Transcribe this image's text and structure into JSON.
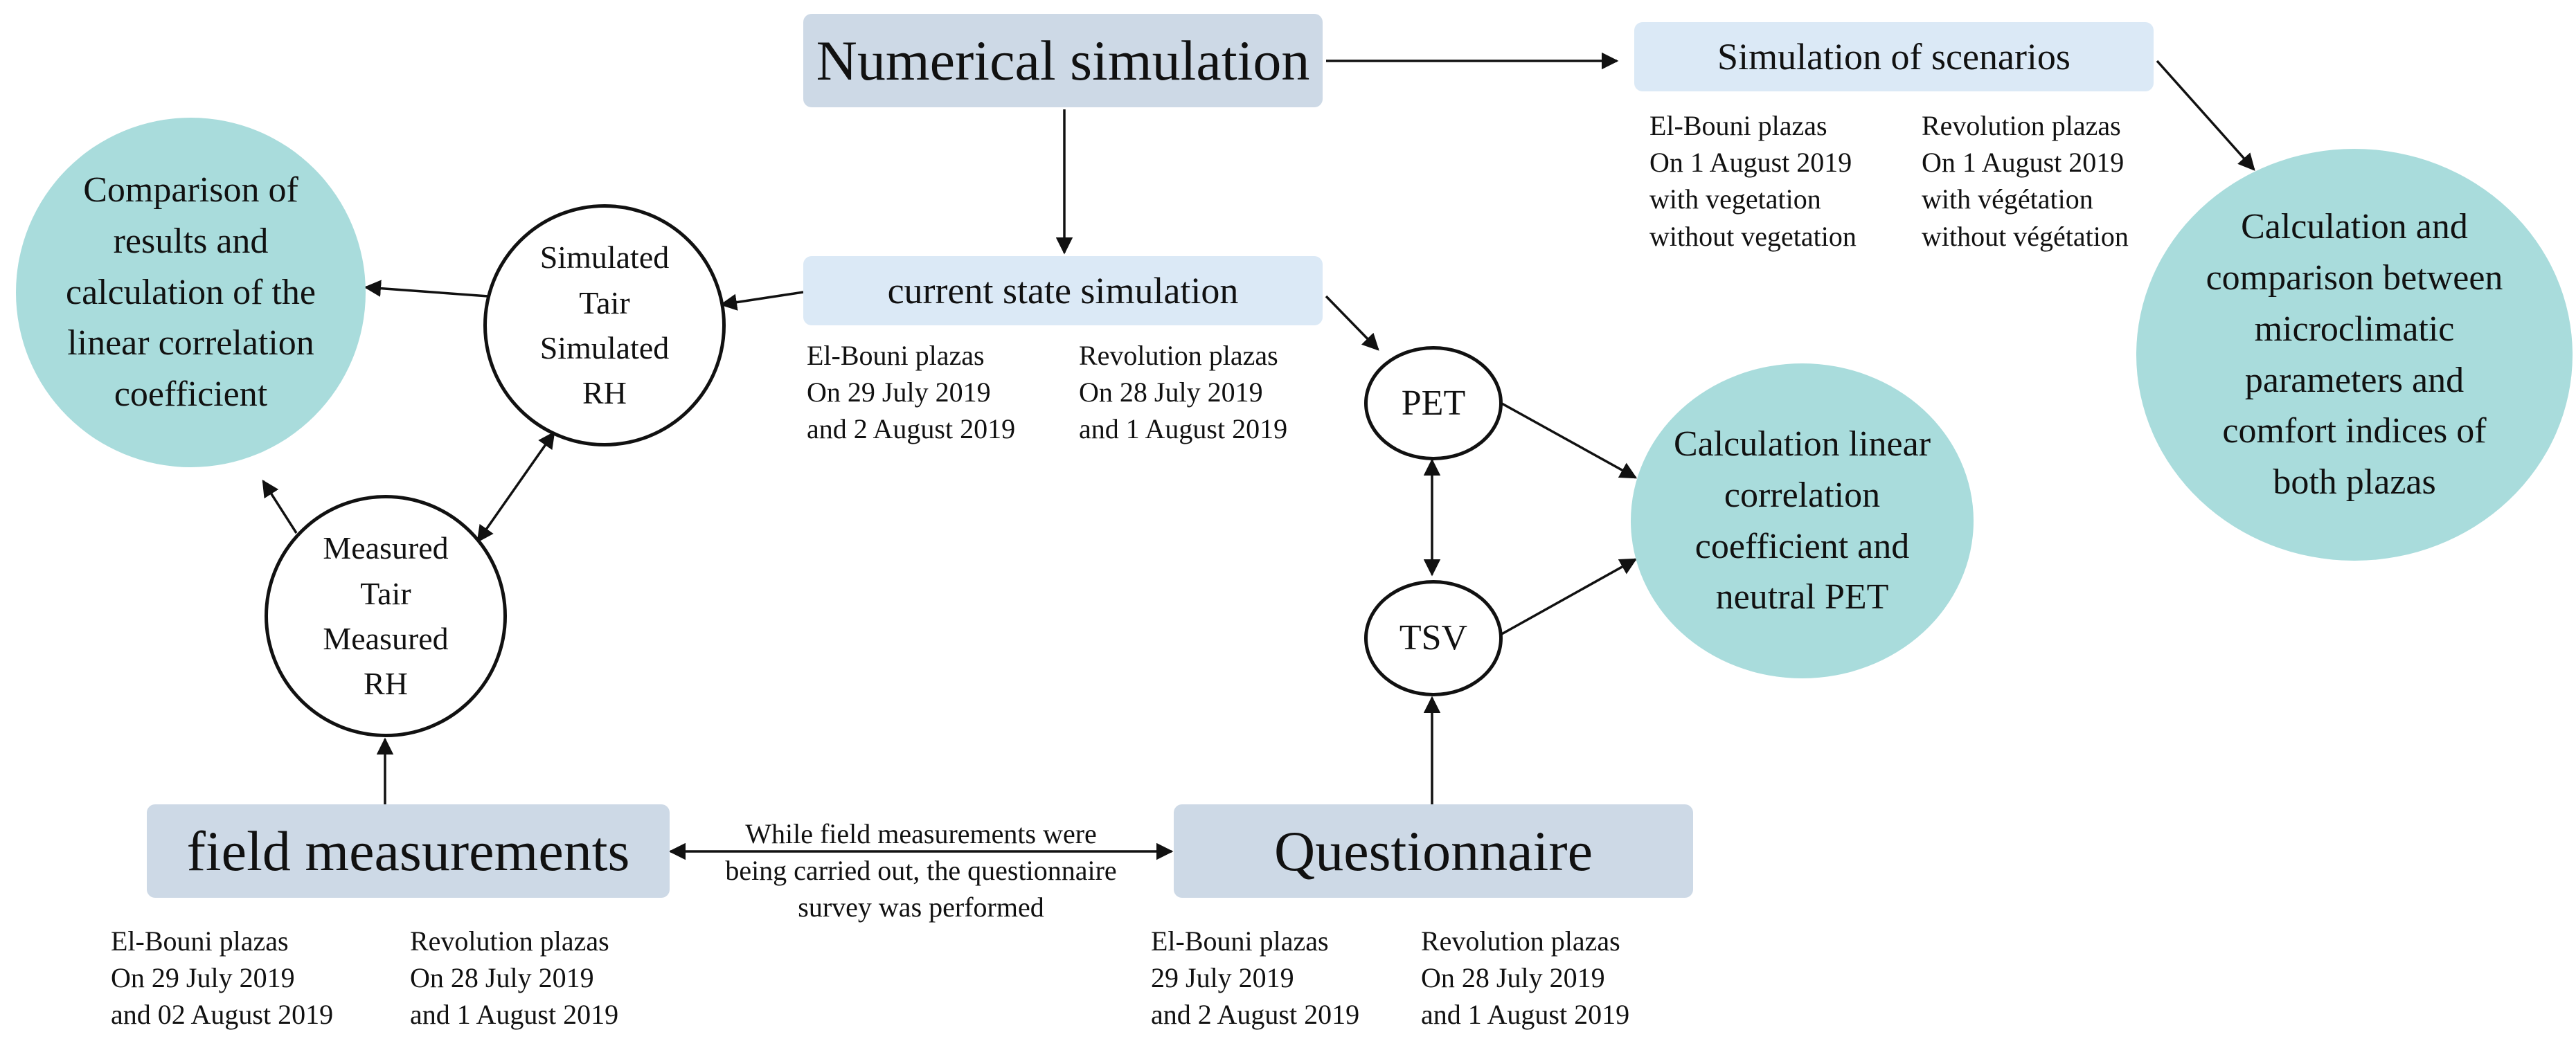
{
  "nodes": {
    "numerical_simulation": "Numerical simulation",
    "simulation_of_scenarios": "Simulation  of scenarios",
    "current_state_simulation": "current  state  simulation",
    "field_measurements": "field measurements",
    "questionnaire": "Questionnaire",
    "comparison": [
      "Comparison of",
      "results and",
      "calculation of the",
      "linear correlation",
      "coefficient"
    ],
    "simulated": [
      "Simulated",
      "Tair",
      "Simulated",
      "RH"
    ],
    "measured": [
      "Measured",
      "Tair",
      "Measured",
      "RH"
    ],
    "pet": "PET",
    "tsv": "TSV",
    "calc_linear": [
      "Calculation  linear",
      "correlation",
      "coefficient and",
      "neutral PET"
    ],
    "calc_comparison": [
      "Calculation and",
      "comparison between",
      "microclimatic",
      "parameters and",
      "comfort indices of",
      "both plazas"
    ]
  },
  "notes": {
    "scenario_elbouni": [
      "El-Bouni plazas",
      "On 1  August 2019",
      "with vegetation",
      "without vegetation"
    ],
    "scenario_revolution": [
      "Revolution plazas",
      "On 1 August 2019",
      "with végétation",
      "without végétation"
    ],
    "current_elbouni": [
      "El-Bouni plazas",
      "On 29 July 2019",
      "and 2 August 2019"
    ],
    "current_revolution": [
      "Revolution plazas",
      "On 28 July 2019",
      "and 1 August 2019"
    ],
    "field_elbouni": [
      "El-Bouni plazas",
      "On 29 July 2019",
      "and 02 August 2019"
    ],
    "field_revolution": [
      "Revolution plazas",
      "On 28 July 2019",
      "and 1 August 2019"
    ],
    "quest_elbouni": [
      "El-Bouni plazas",
      "29 July 2019",
      "and 2 August 2019"
    ],
    "quest_revolution": [
      "Revolution plazas",
      "On 28 July 2019",
      "and 1 August 2019"
    ],
    "link_label": [
      "While field measurements were",
      "being carried out, the questionnaire",
      "survey was performed"
    ]
  },
  "colors": {
    "box_dark": "#cdd9e6",
    "box_light": "#dbe9f6",
    "teal_circle": "#a9dcdc",
    "stroke": "#111111"
  }
}
